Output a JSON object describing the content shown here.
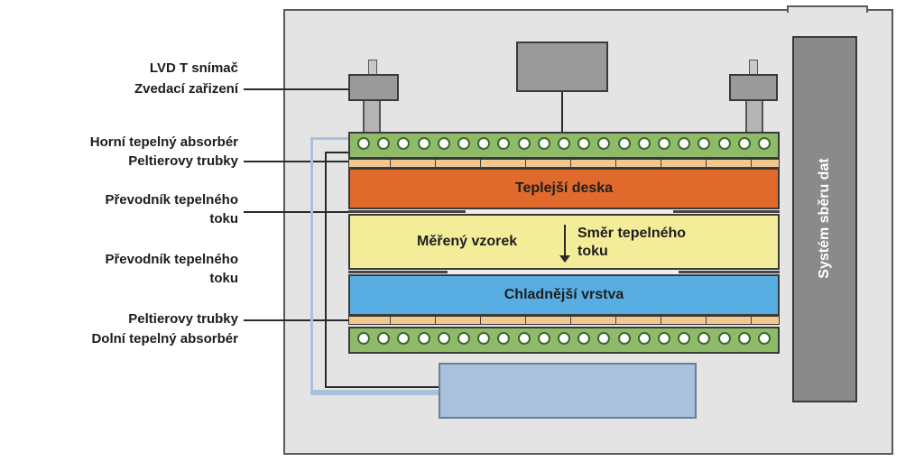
{
  "labels": {
    "lvdt": "LVD T snímač",
    "lift": "Zvedací zařizení",
    "upper_absorber": "Horní tepelný absorbér",
    "peltier_upper": "Peltierovy trubky",
    "flux1_a": "Převodník tepelného",
    "flux1_b": "toku",
    "flux2_a": "Převodník tepelného",
    "flux2_b": "toku",
    "peltier_lower": "Peltierovy trubky",
    "lower_absorber": "Dolní tepelný absorbér"
  },
  "plates": {
    "warmer": "Teplejší deska",
    "sample": "Měřený vzorek",
    "direction_a": "Směr tepelného",
    "direction_b": "toku",
    "cooler": "Chladnější vrstva"
  },
  "daq": "Systém sběru dat",
  "colors": {
    "warmer": "#e0692c",
    "sample": "#f3ec98",
    "cooler": "#58aee2",
    "absorber": "#8fba6a",
    "peltier": "#f0c890",
    "tank": "#a9c1dc",
    "frame": "#5a5a5a"
  }
}
